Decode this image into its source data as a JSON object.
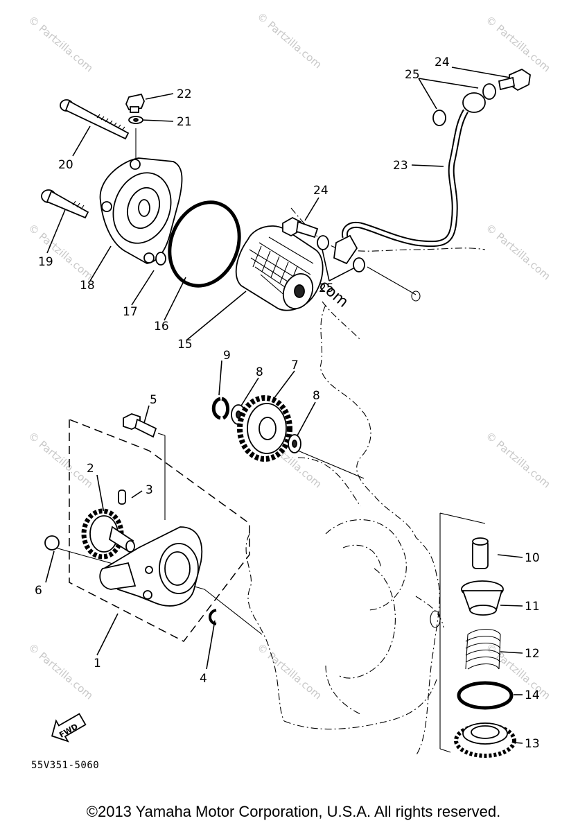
{
  "diagram": {
    "callouts": {
      "c1": "1",
      "c2": "2",
      "c3": "3",
      "c4": "4",
      "c5": "5",
      "c6": "6",
      "c7": "7",
      "c8a": "8",
      "c8b": "8",
      "c9": "9",
      "c10": "10",
      "c11": "11",
      "c12": "12",
      "c13": "13",
      "c14": "14",
      "c15": "15",
      "c16": "16",
      "c17": "17",
      "c18": "18",
      "c19": "19",
      "c20": "20",
      "c21": "21",
      "c22": "22",
      "c23": "23",
      "c24a": "24",
      "c24b": "24",
      "c25a": "25",
      "c25b": "25"
    },
    "fwd_label": "FWD",
    "code": "55V351-5060"
  },
  "watermark": {
    "text": "© Partzilla.com",
    "center_text": "© Partzilla.com"
  },
  "footer": {
    "copyright": "©2013 Yamaha Motor Corporation, U.S.A. All rights reserved."
  }
}
